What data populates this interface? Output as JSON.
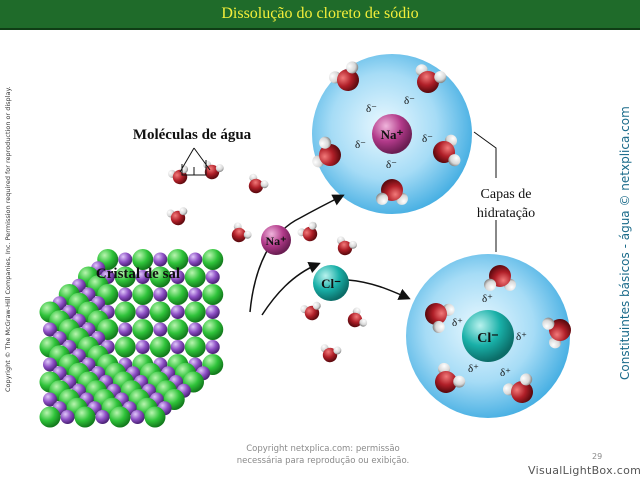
{
  "title": "Dissolução do cloreto de sódio",
  "labels": {
    "water_molecules": "Moléculas de água",
    "salt_crystal": "Cristal de sal",
    "hydration_line1": "Capas de",
    "hydration_line2": "hidratação"
  },
  "ions": {
    "sodium": "Na⁺",
    "chloride": "Cl⁻"
  },
  "partial_charges": {
    "negative": "δ⁻",
    "positive": "δ⁺"
  },
  "side_texts": {
    "copyright_left": "Copyright © The McGraw-Hill Companies, Inc. Permission required for reproduction or display.",
    "credit_right": "Constituintes básicos - água © netxplica.com"
  },
  "footer": {
    "line1": "Copyright netxplica.com: permissão",
    "line2": "necessária para reprodução ou exibição.",
    "page_number": "29",
    "watermark": "VisualLightBox.com"
  },
  "colors": {
    "title_bar": "#1f6b2a",
    "title_text": "#f3ee3a",
    "sodium": "#b23a8a",
    "chloride": "#19b0a8",
    "oxygen": "#b01f28",
    "hydrogen": "#e8e8e8",
    "crystal_green": "#2fc33a",
    "crystal_purple": "#8d4fc4",
    "hydration_sphere": "#5ec2ec",
    "credit_text": "#1b6b8a"
  }
}
